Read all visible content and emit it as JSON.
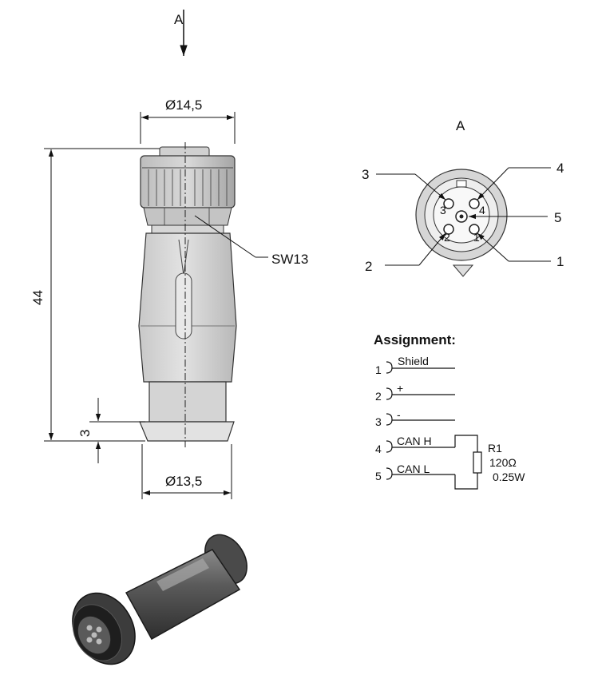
{
  "side_view": {
    "view_arrow_label": "A",
    "diameter_top": "Ø14,5",
    "wrench_size": "SW13",
    "length": "44",
    "flange_height": "3",
    "diameter_bottom": "Ø13,5"
  },
  "front_view": {
    "title": "A",
    "pin_callouts": [
      "1",
      "2",
      "3",
      "4",
      "5"
    ],
    "face_marks": [
      "1",
      "2",
      "3",
      "4"
    ]
  },
  "assignment": {
    "heading": "Assignment:",
    "pins": [
      {
        "number": "1",
        "signal": "Shield"
      },
      {
        "number": "2",
        "signal": "+"
      },
      {
        "number": "3",
        "signal": "-"
      },
      {
        "number": "4",
        "signal": "CAN H"
      },
      {
        "number": "5",
        "signal": "CAN L"
      }
    ],
    "resistor": {
      "name": "R1",
      "value": "120Ω",
      "power": "0.25W"
    }
  }
}
